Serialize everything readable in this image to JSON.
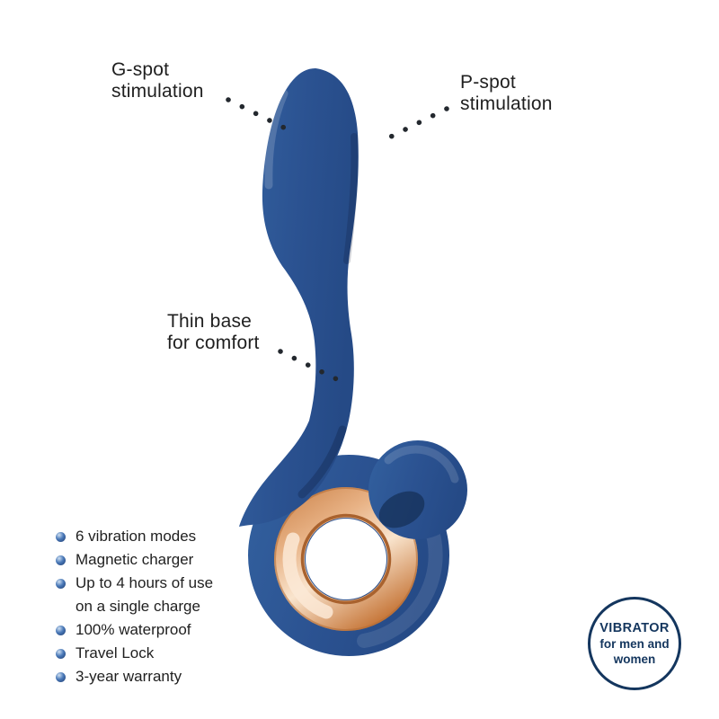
{
  "colors": {
    "product_blue": "#2b5291",
    "product_blue_dark": "#152f56",
    "gold_light": "#f9e4cd",
    "gold_mid": "#e8b285",
    "gold_dark": "#c87a3e",
    "text": "#1f1f1f",
    "badge_navy": "#14365e",
    "leader_dot": "#23282e"
  },
  "callouts": {
    "gspot": {
      "line1": "G-spot",
      "line2": "stimulation"
    },
    "pspot": {
      "line1": "P-spot",
      "line2": "stimulation"
    },
    "thin_base": {
      "line1": "Thin base",
      "line2": "for comfort"
    }
  },
  "features": [
    {
      "text": "6 vibration modes"
    },
    {
      "text": "Magnetic charger"
    },
    {
      "text": "Up to 4 hours of use",
      "text2": "on a single charge"
    },
    {
      "text": "100% waterproof"
    },
    {
      "text": "Travel Lock"
    },
    {
      "text": "3-year warranty"
    }
  ],
  "badge": {
    "line1": "VIBRATOR",
    "line2": "for men and",
    "line3": "women"
  }
}
